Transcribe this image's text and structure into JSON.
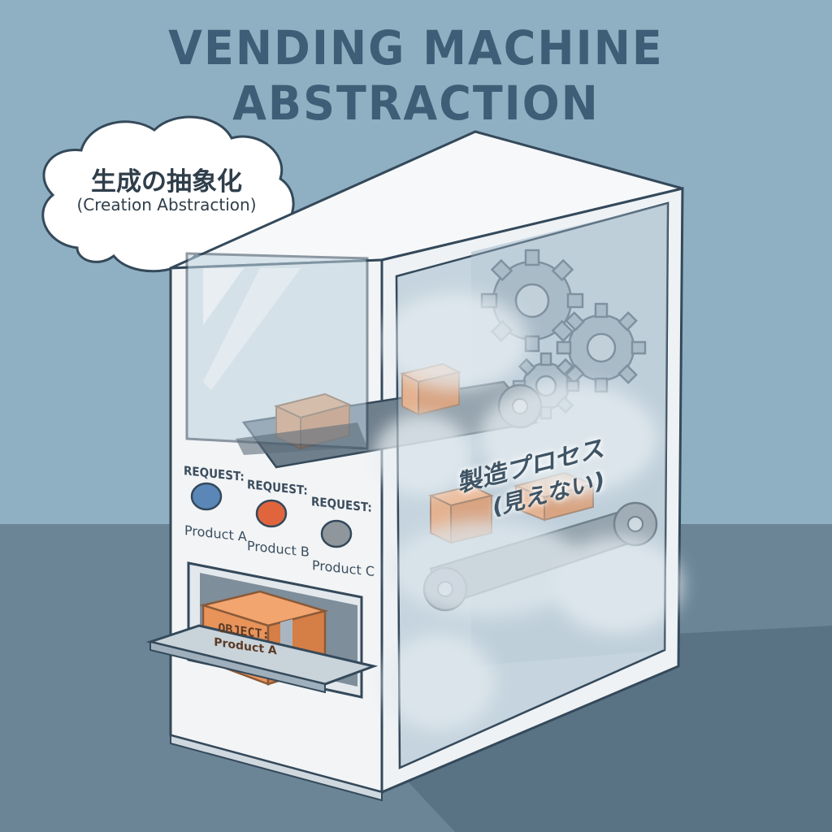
{
  "title": "VENDING MACHINE ABSTRACTION",
  "thought_bubble": {
    "japanese": "生成の抽象化",
    "english": "(Creation Abstraction)"
  },
  "buttons": [
    {
      "request_label": "REQUEST:",
      "product_label": "Product A",
      "color": "#5b86b8"
    },
    {
      "request_label": "REQUEST:",
      "product_label": "Product B",
      "color": "#e0653d"
    },
    {
      "request_label": "REQUEST:",
      "product_label": "Product C",
      "color": "#8f979c"
    }
  ],
  "hidden_process": {
    "line1": "製造プロセス",
    "line2": "(見えない)"
  },
  "output_box": {
    "line1": "OBJECT:",
    "line2": "Product A"
  },
  "colors": {
    "background": "#8fb0c2",
    "floor": "#6b8597",
    "title": "#3d5e76",
    "box": "#e8935a",
    "machine": "#f4f6f8",
    "outline": "#34495a"
  },
  "icons": [
    "gear-icon",
    "conveyor-belt",
    "cardboard-box",
    "thought-bubble"
  ]
}
